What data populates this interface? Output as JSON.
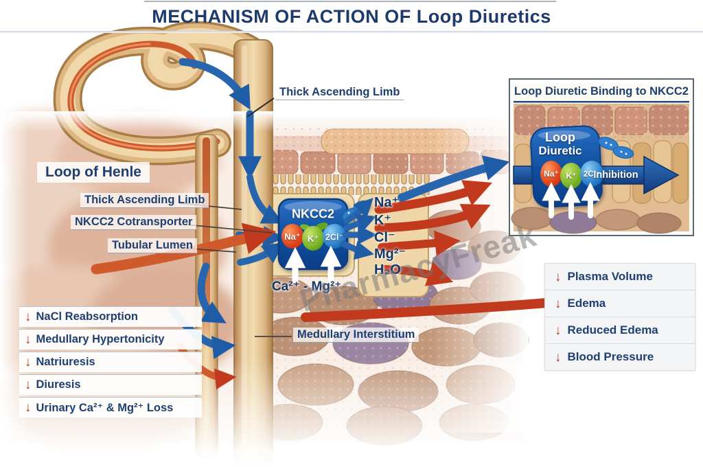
{
  "title": "MECHANISM OF ACTION OF Loop Diuretics",
  "watermark": "PharmacyFreak",
  "icons": {
    "down_arrow": "↓"
  },
  "labels": {
    "loop_of_henle": "Loop of Henle",
    "thick_ascending_limb_top": "Thick Ascending Limb",
    "thick_ascending_limb_left": "Thick Ascending Limb",
    "nkcc2_cotransporter": "NKCC2 Cotransporter",
    "tubular_lumen": "Tubular Lumen",
    "medullary_interstitium": "Medullary Interstitium",
    "ca_mg": "Ca²⁺ - Mg²⁺"
  },
  "transporter": {
    "name": "NKCC2",
    "na": "Na⁺",
    "k": "K⁺",
    "cl2": "2Cl⁻"
  },
  "secreted_ions": [
    "Na⁺",
    "K⁺",
    "Cl⁻",
    "Mg²⁻",
    "H₂O"
  ],
  "effects": [
    "NaCl Reabsorption",
    "Medullary Hypertonicity",
    "Natriuresis",
    "Diuresis",
    "Urinary Ca²⁺ & Mg²⁺ Loss"
  ],
  "inset": {
    "title": "Loop Diuretic Binding to NKCC2",
    "drug_line1": "Loop",
    "drug_line2": "Diuretic",
    "na": "Na⁺",
    "k": "K⁺",
    "cl2": "2Cl⁻",
    "arrow_label": "Inhibition"
  },
  "outcomes": [
    "Plasma Volume",
    "Edema",
    "Reduced Edema",
    "Blood Pressure"
  ],
  "colors": {
    "navy": "#1e3f72",
    "red": "#c0391f",
    "blue": "#1f5fa8",
    "green": "#76b82a"
  }
}
